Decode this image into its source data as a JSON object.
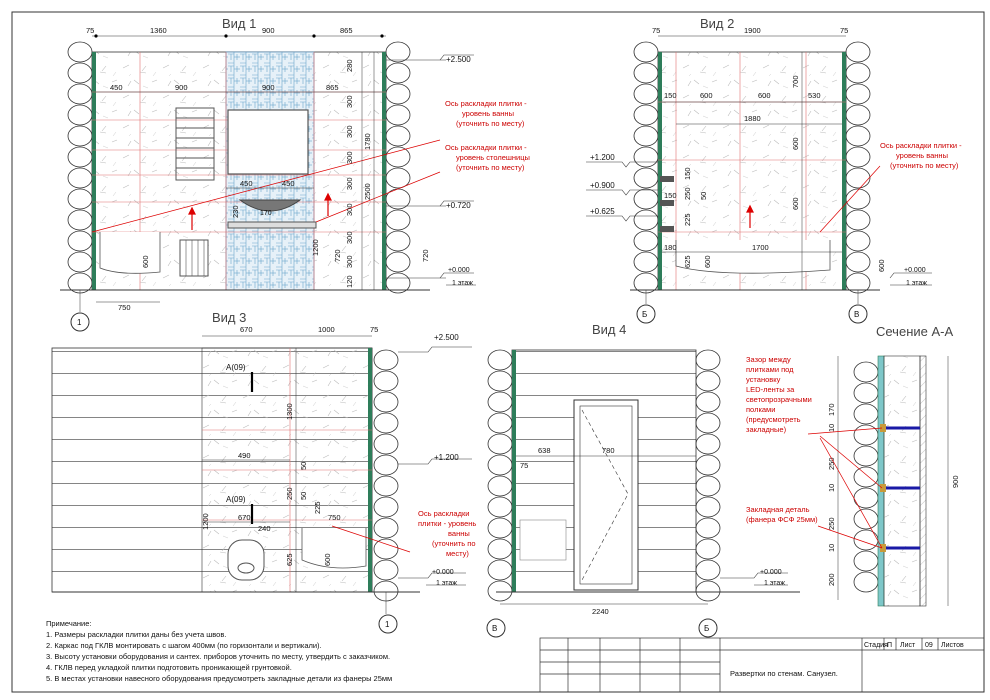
{
  "sheet": {
    "title_block": {
      "stage_label": "Стадия",
      "stage_value": "П",
      "sheet_label": "Лист",
      "sheet_value": "09",
      "sheets_label": "Листов",
      "drawing_title": "Развертки по стенам. Санузел."
    },
    "views": {
      "view1": {
        "title": "Вид 1",
        "top_dims": [
          "75",
          "1360",
          "900",
          "865"
        ],
        "row_dims": [
          "450",
          "900",
          "900",
          "865"
        ],
        "mid_dims": [
          "450",
          "450"
        ],
        "bottom_dim": "750",
        "vertical_right": [
          "280",
          "300",
          "300",
          "300",
          "300",
          "300",
          "300",
          "300",
          "120"
        ],
        "vertical_mid": [
          "1780",
          "2500",
          "720"
        ],
        "vertical_left": [
          "230",
          "600",
          "1200"
        ],
        "small": [
          "170"
        ],
        "level_top": "+2.500",
        "level_mid": "+0.720",
        "level_zero": "+0.000",
        "floor": "1 этаж",
        "axis": "1",
        "note1": [
          "Ось раскладки плитки -",
          "уровень ванны",
          "(уточнить по месту)"
        ],
        "note2": [
          "Ось раскладки плитки -",
          "уровень столешницы",
          "(уточнить по месту)"
        ]
      },
      "view2": {
        "title": "Вид 2",
        "top_dims": [
          "75",
          "1900",
          "75"
        ],
        "row_dims": [
          "150",
          "600",
          "600",
          "530"
        ],
        "width_dim": "1880",
        "bottom_dims": [
          "180",
          "1700"
        ],
        "vertical": [
          "700",
          "600",
          "600",
          "150",
          "250",
          "50",
          "150",
          "225",
          "625",
          "600",
          "600"
        ],
        "levels": [
          "+1.200",
          "+0.900",
          "+0.625"
        ],
        "level_zero": "+0.000",
        "floor": "1 этаж",
        "axis_left": "Б",
        "axis_right": "В",
        "note": [
          "Ось раскладки плитки -",
          "уровень ванны",
          "(уточнить по месту)"
        ]
      },
      "view3": {
        "title": "Вид 3",
        "top_dims": [
          "670",
          "1000",
          "75"
        ],
        "mid_dims": [
          "490",
          "670",
          "240",
          "750"
        ],
        "vertical": [
          "1300",
          "50",
          "250",
          "50",
          "225",
          "625",
          "600",
          "1200"
        ],
        "labels": [
          "А(09)",
          "А(09)"
        ],
        "level_top": "+2.500",
        "level_mid": "+1.200",
        "level_zero": "+0.000",
        "floor": "1 этаж",
        "axis": "1",
        "note": [
          "Ось раскладки",
          "плитки - уровень",
          "ванны",
          "(уточнить по",
          "месту)"
        ]
      },
      "view4": {
        "title": "Вид 4",
        "dims": [
          "638",
          "780",
          "75"
        ],
        "bottom_dim": "2240",
        "level_zero": "+0.000",
        "floor": "1 этаж",
        "axis_left": "В",
        "axis_right": "Б"
      },
      "section": {
        "title": "Сечение А-А",
        "dims": [
          "170",
          "10",
          "250",
          "10",
          "250",
          "10",
          "200"
        ],
        "total": "900",
        "note1": [
          "Зазор между",
          "плитками под",
          "установку",
          "LED-ленты за",
          "светопрозрачными",
          "полками",
          "(предусмотреть",
          "закладные)"
        ],
        "note2": [
          "Закладная деталь",
          "(фанера ФСФ 25мм)"
        ]
      }
    },
    "notes": {
      "heading": "Примечание:",
      "items": [
        "1.    Размеры раскладки плитки даны без учета швов.",
        "2.    Каркас под ГКЛВ монтировать с шагом 400мм (по горизонтали и вертикали).",
        "3.    Высоту установки оборудования и сантех. приборов уточнить по месту, утвердить с заказчиком.",
        "4.    ГКЛВ перед укладкой плитки подготовить проникающей грунтовкой.",
        "5.    В местах установки навесного оборудования предусмотреть закладные детали из фанеры 25мм"
      ]
    }
  }
}
